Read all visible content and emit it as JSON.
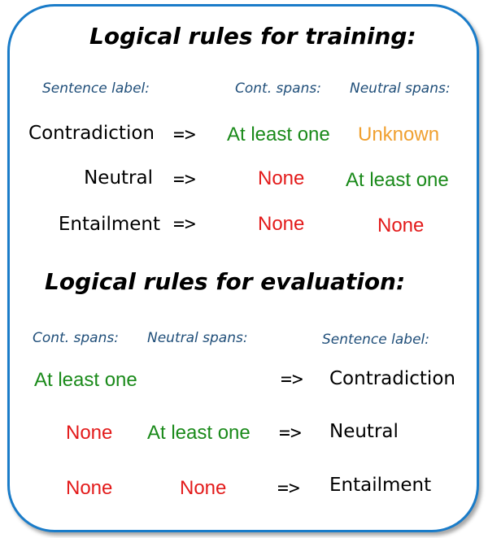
{
  "training": {
    "title": "Logical rules for training:",
    "headers": {
      "sentence_label": "Sentence label:",
      "cont_spans": "Cont. spans:",
      "neutral_spans": "Neutral spans:"
    },
    "rows": [
      {
        "label": "Contradiction",
        "arrow": "=>",
        "cont": "At least one",
        "neutral": "Unknown"
      },
      {
        "label": "Neutral",
        "arrow": "=>",
        "cont": "None",
        "neutral": "At least one"
      },
      {
        "label": "Entailment",
        "arrow": "=>",
        "cont": "None",
        "neutral": "None"
      }
    ]
  },
  "evaluation": {
    "title": "Logical rules for evaluation:",
    "headers": {
      "cont_spans": "Cont. spans:",
      "neutral_spans": "Neutral spans:",
      "sentence_label": "Sentence label:"
    },
    "rows": [
      {
        "cont": "At least one",
        "neutral": "",
        "arrow": "=>",
        "label": "Contradiction"
      },
      {
        "cont": "None",
        "neutral": "At least one",
        "arrow": "=>",
        "label": "Neutral"
      },
      {
        "cont": "None",
        "neutral": "None",
        "arrow": "=>",
        "label": "Entailment"
      }
    ]
  },
  "colors": {
    "frame_border": "#1a7cc9",
    "header_text": "#1f4e79",
    "at_least_one": "#1a8a1a",
    "none": "#e31b1b",
    "unknown": "#f0a030"
  }
}
